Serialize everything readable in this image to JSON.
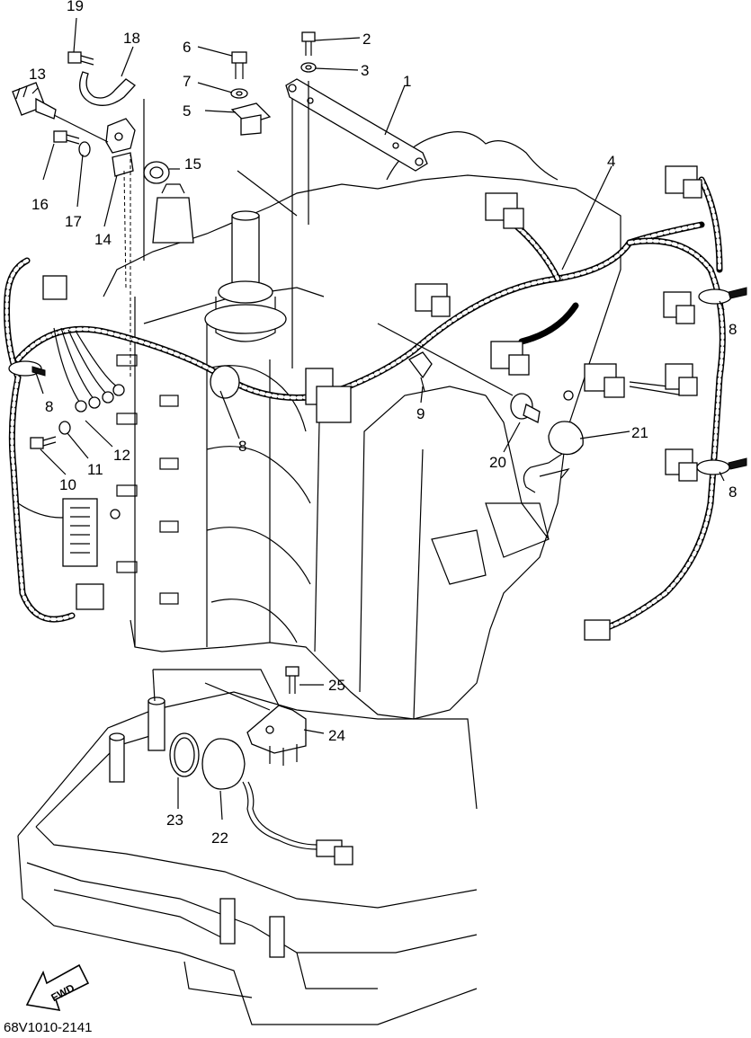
{
  "diagram": {
    "part_code": "68V1010-2141",
    "fwd_label": "FWD",
    "callouts": [
      {
        "id": "c1",
        "label": "1"
      },
      {
        "id": "c2",
        "label": "2"
      },
      {
        "id": "c3",
        "label": "3"
      },
      {
        "id": "c4",
        "label": "4"
      },
      {
        "id": "c5",
        "label": "5"
      },
      {
        "id": "c6",
        "label": "6"
      },
      {
        "id": "c7",
        "label": "7"
      },
      {
        "id": "c8a",
        "label": "8"
      },
      {
        "id": "c8b",
        "label": "8"
      },
      {
        "id": "c8c",
        "label": "8"
      },
      {
        "id": "c8d",
        "label": "8"
      },
      {
        "id": "c9",
        "label": "9"
      },
      {
        "id": "c10",
        "label": "10"
      },
      {
        "id": "c11",
        "label": "11"
      },
      {
        "id": "c12",
        "label": "12"
      },
      {
        "id": "c13",
        "label": "13"
      },
      {
        "id": "c14",
        "label": "14"
      },
      {
        "id": "c15",
        "label": "15"
      },
      {
        "id": "c16",
        "label": "16"
      },
      {
        "id": "c17",
        "label": "17"
      },
      {
        "id": "c18",
        "label": "18"
      },
      {
        "id": "c19",
        "label": "19"
      },
      {
        "id": "c20",
        "label": "20"
      },
      {
        "id": "c21",
        "label": "21"
      },
      {
        "id": "c22",
        "label": "22"
      },
      {
        "id": "c23",
        "label": "23"
      },
      {
        "id": "c24",
        "label": "24"
      },
      {
        "id": "c25",
        "label": "25"
      }
    ]
  }
}
